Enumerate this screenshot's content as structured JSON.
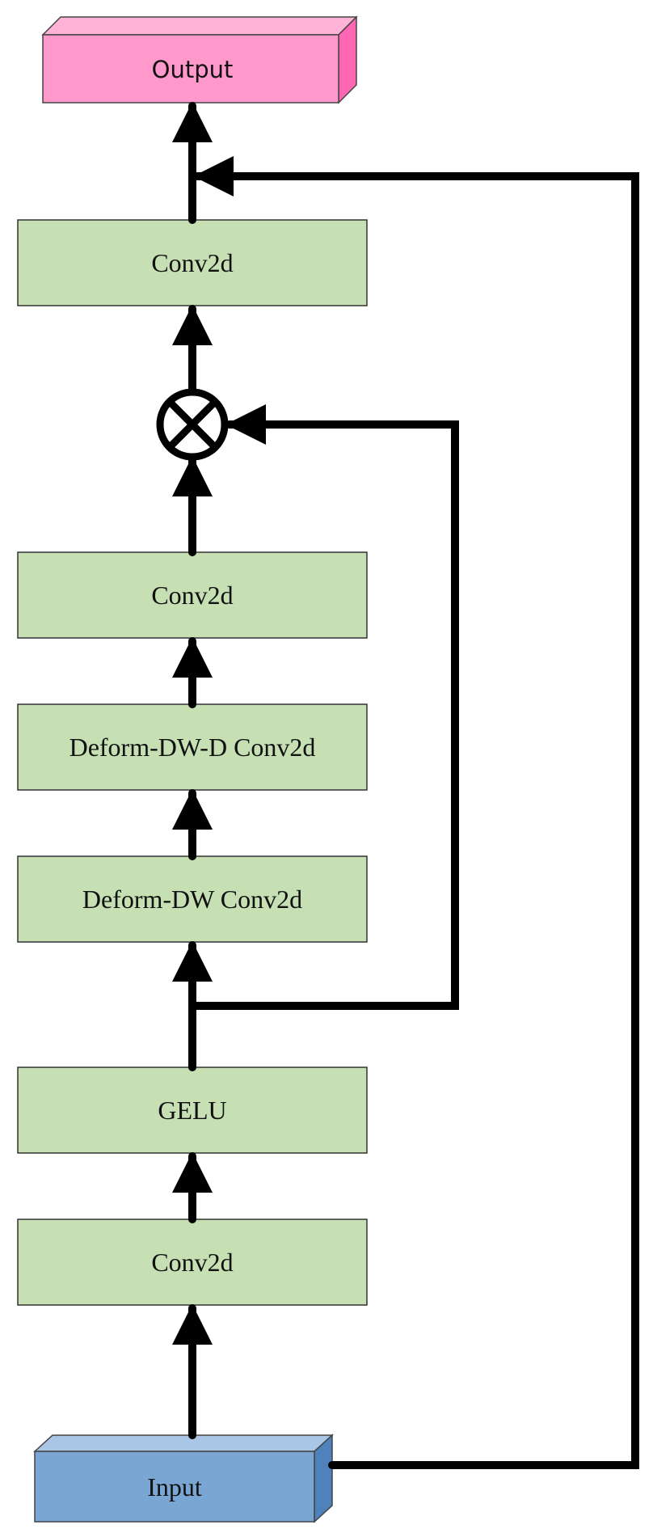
{
  "output_block": {
    "label": "Output",
    "color": "#ff99cc"
  },
  "input_block": {
    "label": "Input",
    "color": "#7aa6d4"
  },
  "layers": [
    {
      "label": "Conv2d"
    },
    {
      "label": "Conv2d"
    },
    {
      "label": "Deform-DW-D Conv2d"
    },
    {
      "label": "Deform-DW Conv2d"
    },
    {
      "label": "GELU"
    },
    {
      "label": "Conv2d"
    }
  ],
  "layer_color": "#c6e0b4",
  "multiply_symbol": "multiply-icon",
  "arrow_color": "#000000"
}
